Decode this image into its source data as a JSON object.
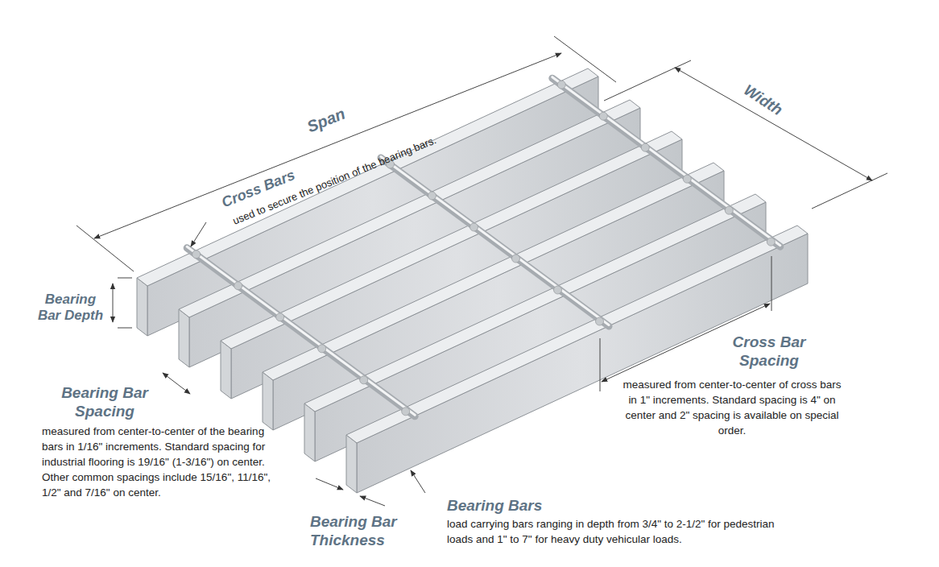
{
  "diagram": {
    "labels": [
      "Span",
      "Width",
      "Cross Bars",
      "used to secure the position of the bearing bars.",
      "Bearing Bar Depth",
      "Bearing Bar Spacing",
      "measured from center-to-center of the bearing bars in 1/16\" increments. Standard spacing for industrial flooring is 19/16\" (1-3/16\") on center. Other common spacings include 15/16\", 11/16\", 1/2\" and 7/16\" on center.",
      "Cross Bar Spacing",
      "measured from center-to-center of cross bars in 1\" increments. Standard spacing is 4\" on center and 2\" spacing is available on special order.",
      "Bearing Bar Thickness",
      "Bearing Bars",
      "load carrying bars ranging in depth from 3/4\" to 2-1/2\" for pedestrian loads and 1\" to 7\" for heavy duty vehicular loads."
    ]
  }
}
